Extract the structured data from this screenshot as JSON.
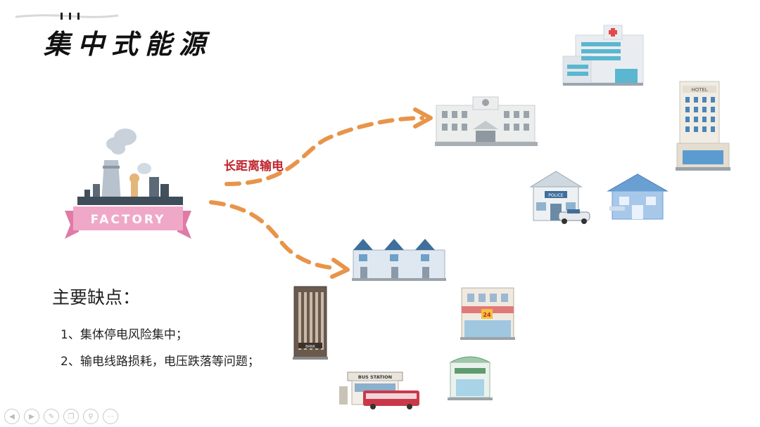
{
  "title": "集中式能源",
  "route_label": "长距离输电",
  "factory_label": "FACTORY",
  "hotel_label": "HOTEL",
  "police_label": "POLICE",
  "bank_label": "BANK",
  "bus_label": "BUS STATION",
  "store_label": "24",
  "disadvantages": {
    "heading": "主要缺点：",
    "items": [
      "1、集体停电风险集中；",
      "2、输电线路损耗，电压跌落等问题；"
    ]
  },
  "colors": {
    "arrow": "#e8944a",
    "ribbon": "#f0a8c8",
    "route_label": "#c0262d"
  },
  "toolbar_icons": [
    "prev-icon",
    "next-icon",
    "pen-icon",
    "copy-icon",
    "zoom-icon",
    "more-icon"
  ]
}
